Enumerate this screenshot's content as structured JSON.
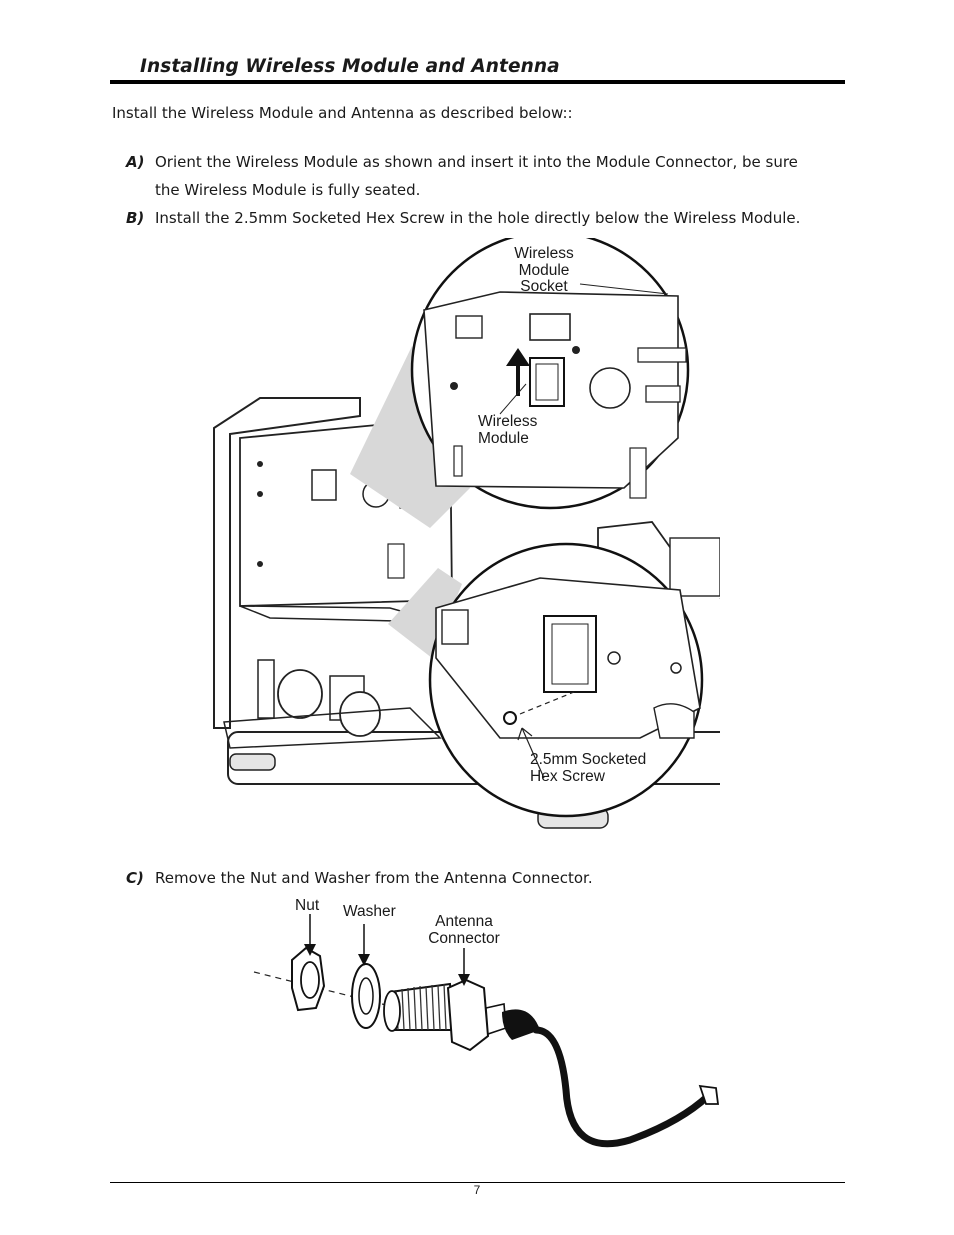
{
  "page": {
    "heading": "Installing Wireless Module and Antenna",
    "intro": "Install the Wireless Module and Antenna as described below::",
    "steps": [
      {
        "marker": "A)",
        "line1": "Orient the Wireless Module as shown and insert it into the Module Connector, be sure",
        "line2": "the Wireless Module is fully seated."
      },
      {
        "marker": "B)",
        "line1": "Install the 2.5mm Socketed Hex Screw in the hole directly below the Wireless Module."
      },
      {
        "marker": "C)",
        "line1": "Remove the Nut and Washer from the Antenna Connector."
      }
    ],
    "page_number": "7"
  },
  "figure1": {
    "labels": {
      "socket": [
        "Wireless",
        "Module",
        "Socket"
      ],
      "module": [
        "Wireless",
        "Module"
      ],
      "screw": [
        "2.5mm Socketed",
        "Hex Screw"
      ]
    }
  },
  "figure2": {
    "labels": {
      "nut": "Nut",
      "washer": "Washer",
      "connector": [
        "Antenna",
        "Connector"
      ]
    }
  }
}
